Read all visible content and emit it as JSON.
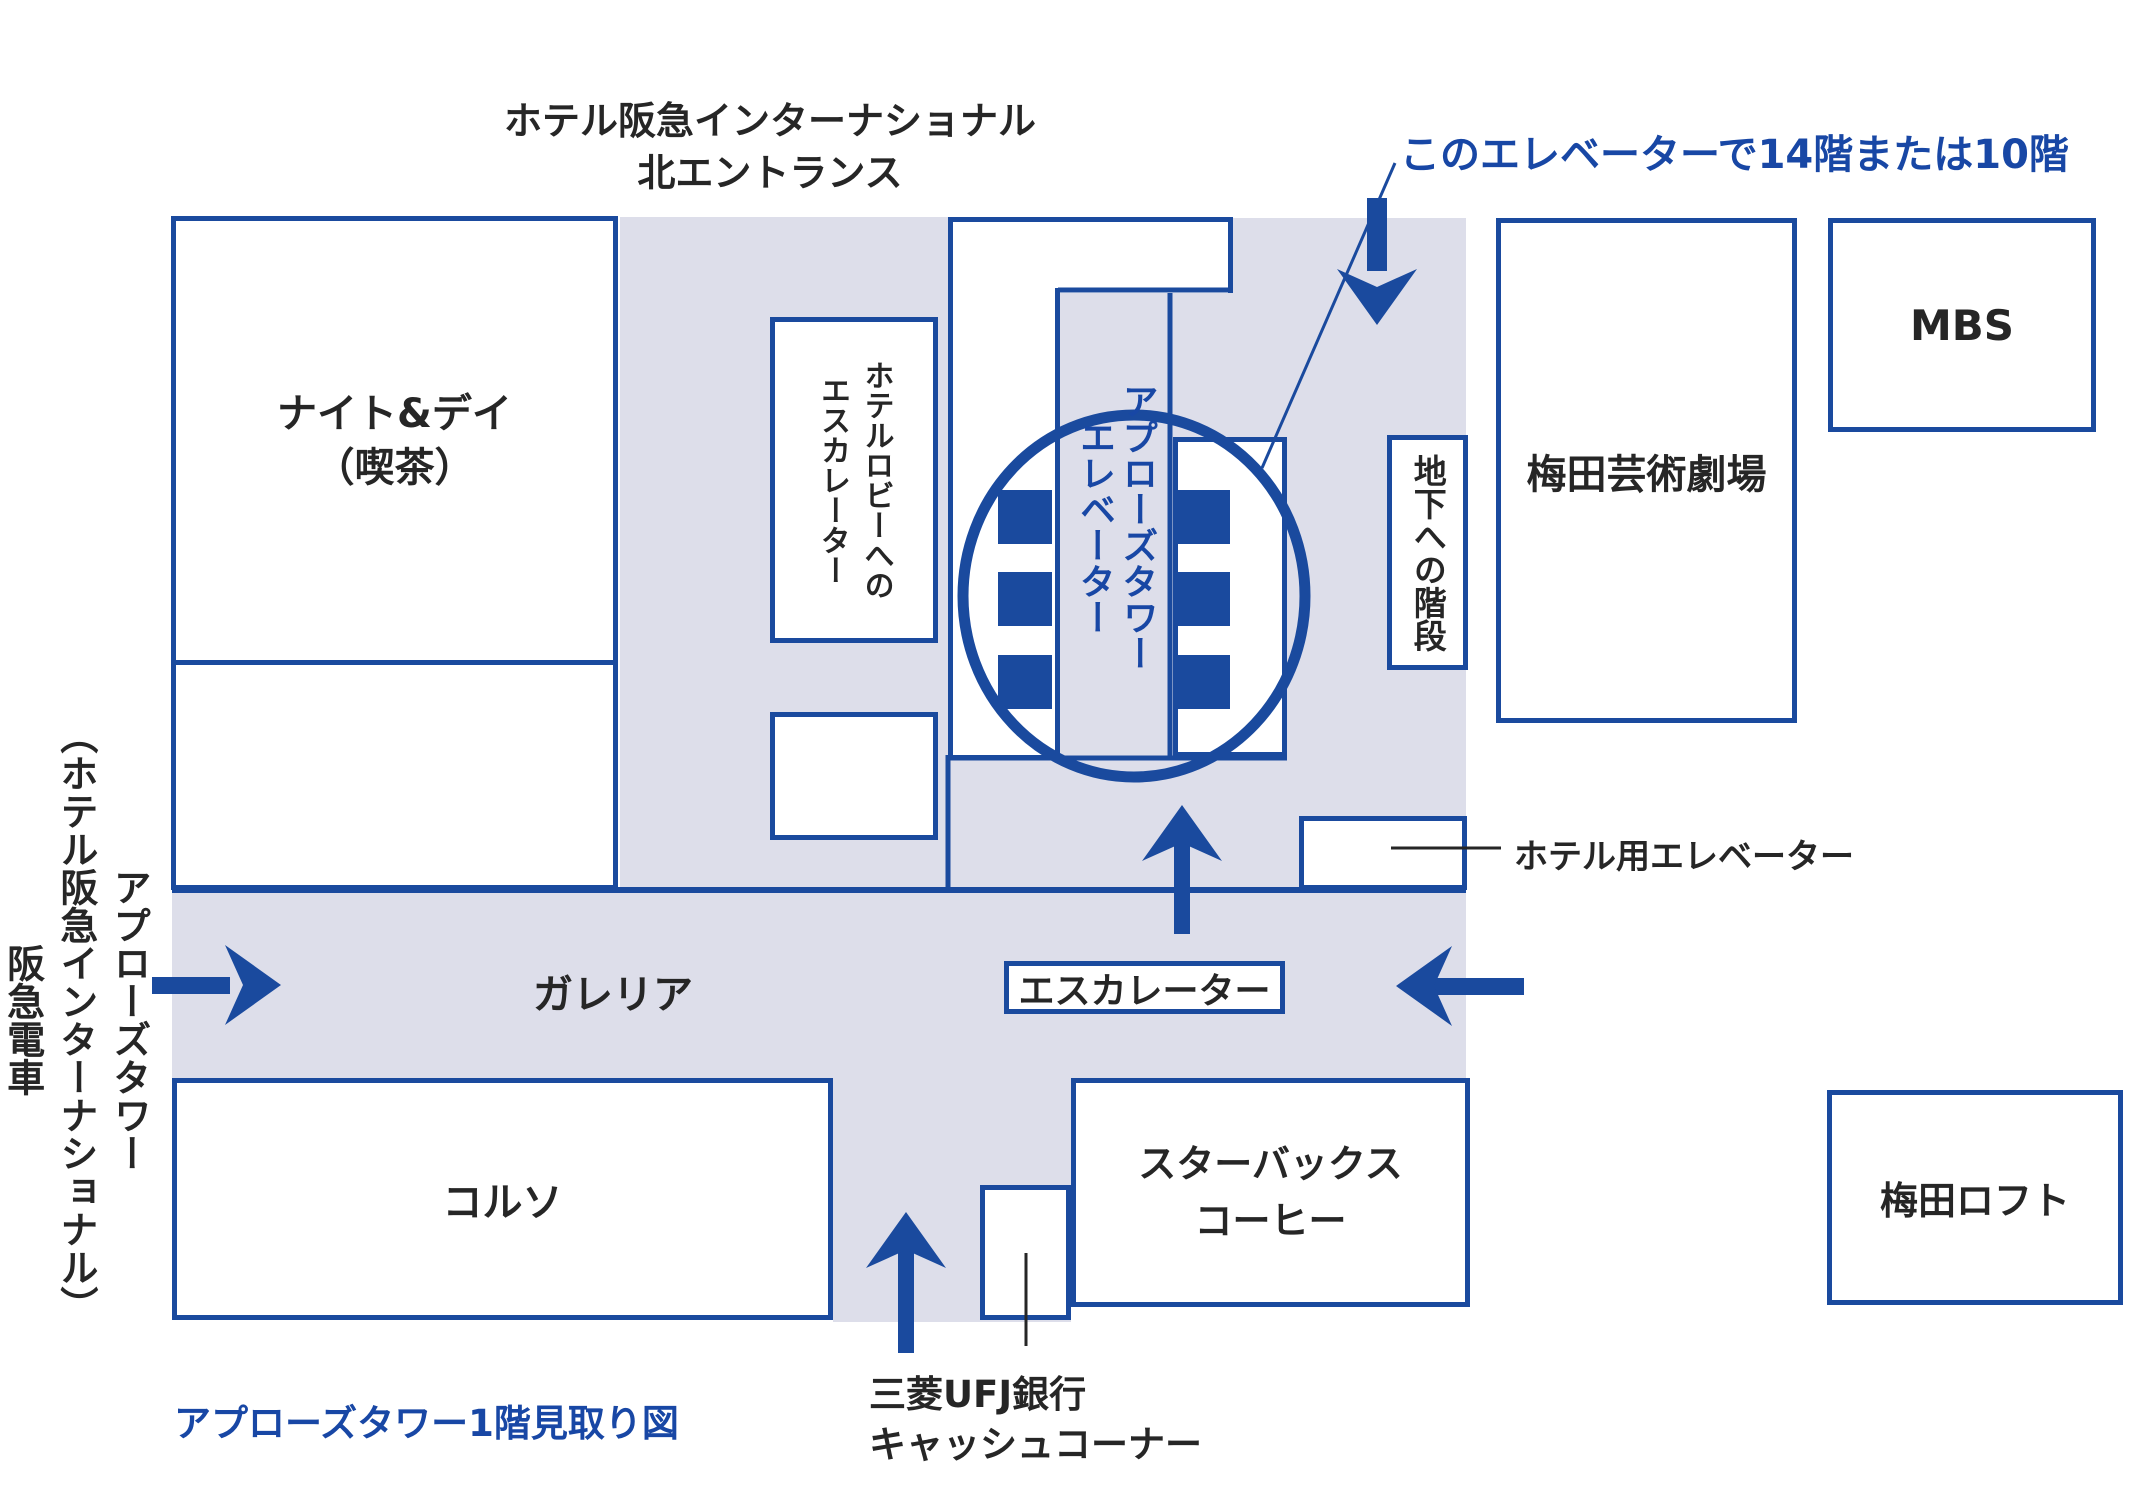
{
  "colors": {
    "structure_blue": "#1a4a9e",
    "corridor_lavender": "#dddeea",
    "text_black": "#262626",
    "text_blue": "#1847a5"
  },
  "header": {
    "north_entrance_title": "ホテル阪急インターナショナル\n北エントランス"
  },
  "caption": "アプローズタワー1階見取り図",
  "annotations": {
    "elevator_note": "このエレベーターで14階または10階",
    "hotel_elevator": "ホテル用エレベーター",
    "bank": "三菱UFJ銀行\nキャッシュコーナー",
    "side": "アプローズタワー\n（ホテル阪急インターナショナル）\n阪急電車"
  },
  "rooms": {
    "night_day": "ナイト&デイ\n（喫茶）",
    "hotel_lobby_escalator": "ホテルロビーへの\nエスカレーター",
    "applause_elevator": "アプローズタワー\nエレベーター",
    "basement_stairs": "地下への階段",
    "theater": "梅田芸術劇場",
    "mbs": "MBS",
    "galleria": "ガレリア",
    "escalator": "エスカレーター",
    "corso": "コルソ",
    "starbucks": "スターバックス\nコーヒー",
    "loft": "梅田ロフト"
  }
}
